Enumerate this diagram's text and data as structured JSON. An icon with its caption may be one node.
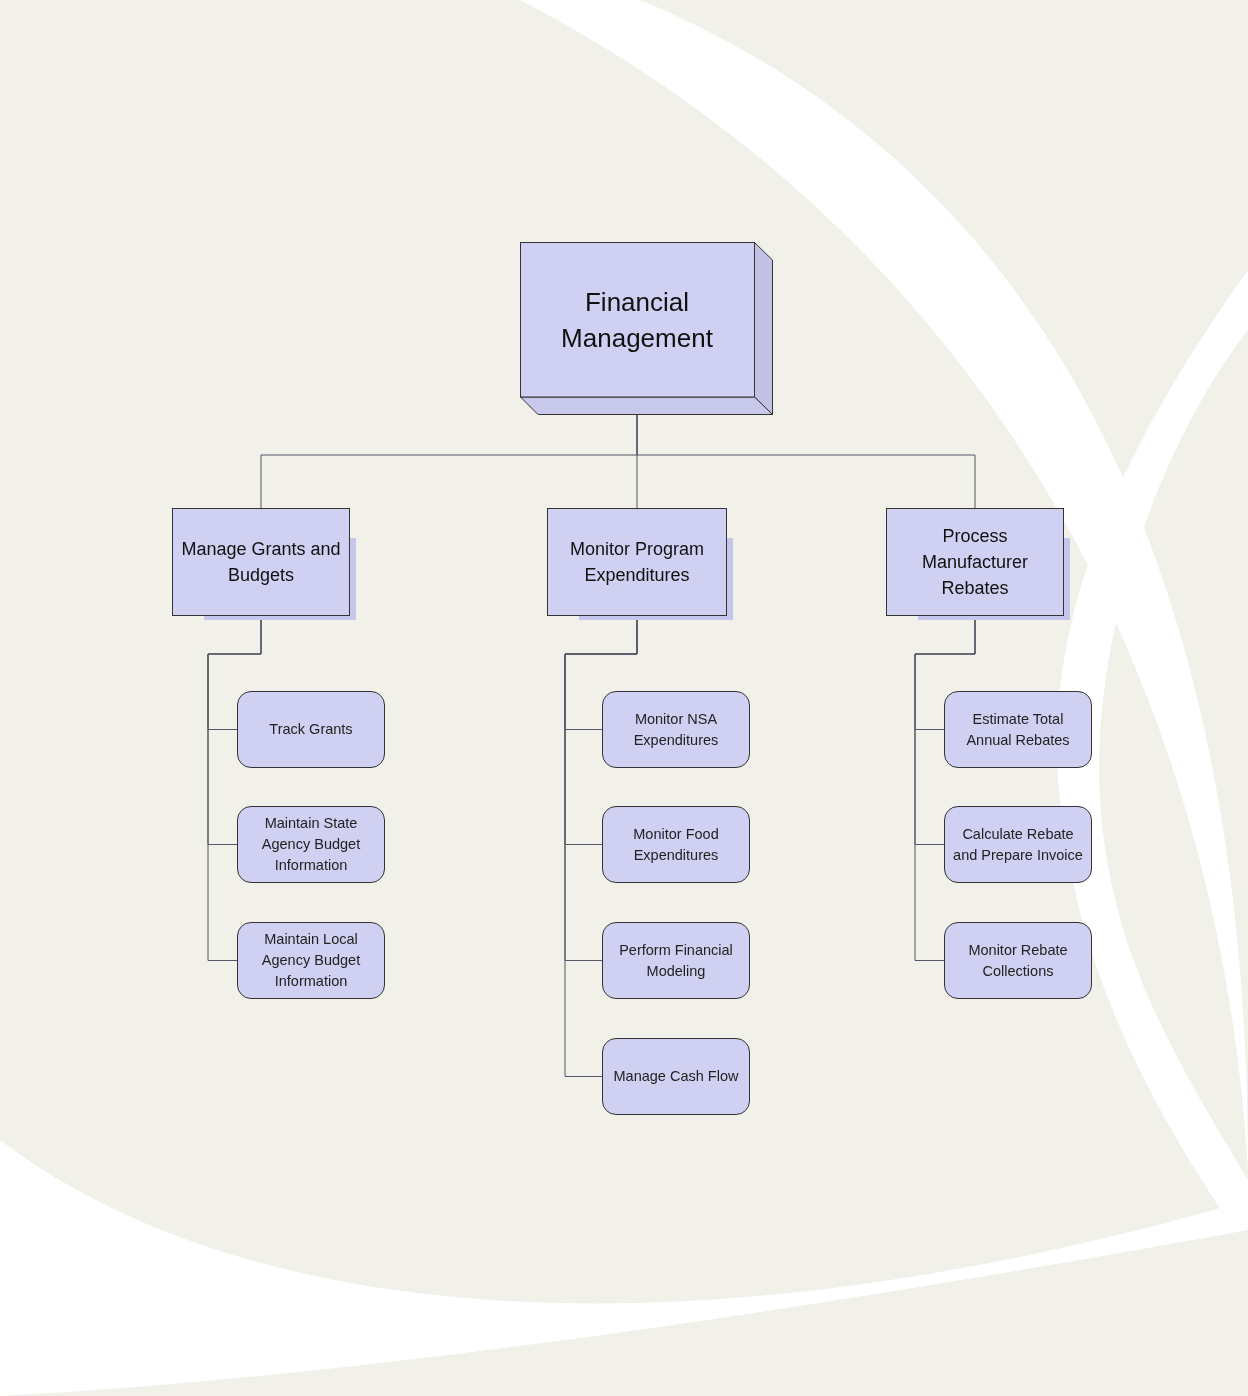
{
  "diagram": {
    "nodes": [
      {
        "text": [
          "Financial Management"
        ]
      },
      {
        "text": [
          "Manage Grants and Budgets"
        ]
      },
      {
        "text": [
          "Monitor Program Expenditures"
        ]
      },
      {
        "text": [
          "Process Manufacturer Rebates"
        ]
      },
      {
        "text": [
          "Track Grants"
        ]
      },
      {
        "text": [
          "Maintain State Agency Budget Information"
        ]
      },
      {
        "text": [
          "Maintain Local Agency Budget Information"
        ]
      },
      {
        "text": [
          "Monitor NSA Expenditures"
        ]
      },
      {
        "text": [
          "Monitor Food Expenditures"
        ]
      },
      {
        "text": [
          "Perform Financial Modeling"
        ]
      },
      {
        "text": [
          "Manage Cash Flow"
        ]
      },
      {
        "text": [
          "Estimate Total Annual Rebates"
        ]
      },
      {
        "text": [
          "Calculate Rebate and Prepare Invoice"
        ]
      },
      {
        "text": [
          "Monitor Rebate Collections"
        ]
      }
    ],
    "edges": [
      {
        "from": 0,
        "to": 1,
        "arrow": "none"
      },
      {
        "from": 0,
        "to": 2,
        "arrow": "none"
      },
      {
        "from": 0,
        "to": 3,
        "arrow": "none"
      },
      {
        "from": 1,
        "to": 4,
        "arrow": "none"
      },
      {
        "from": 1,
        "to": 5,
        "arrow": "none"
      },
      {
        "from": 1,
        "to": 6,
        "arrow": "none"
      },
      {
        "from": 2,
        "to": 7,
        "arrow": "none"
      },
      {
        "from": 2,
        "to": 8,
        "arrow": "none"
      },
      {
        "from": 2,
        "to": 9,
        "arrow": "none"
      },
      {
        "from": 2,
        "to": 10,
        "arrow": "none"
      },
      {
        "from": 3,
        "to": 11,
        "arrow": "none"
      },
      {
        "from": 3,
        "to": 12,
        "arrow": "none"
      },
      {
        "from": 3,
        "to": 13,
        "arrow": "none"
      }
    ]
  }
}
